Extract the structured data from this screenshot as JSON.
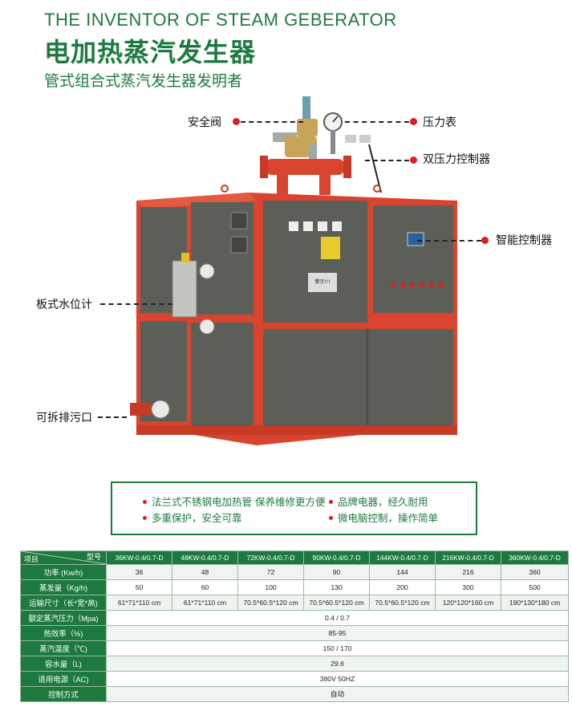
{
  "header": {
    "title_en": "THE INVENTOR OF STEAM GEBERATOR",
    "title_cn": "电加热蒸汽发生器",
    "subtitle": "管式组合式蒸汽发生器发明者"
  },
  "callouts": {
    "safety_valve": "安全阀",
    "pressure_gauge": "压力表",
    "dual_pressure_controller": "双压力控制器",
    "smart_controller": "智能控制器",
    "water_level_gauge": "板式水位计",
    "drain_outlet": "可拆排污口"
  },
  "panel_texts": {
    "warning_label": "警示!!!"
  },
  "features": [
    "法兰式不锈钢电加热管 保养维修更方便",
    "品牌电器，经久耐用",
    "多重保护，安全可靠",
    "微电脑控制，操作简单"
  ],
  "colors": {
    "brand_green": "#1d7a3e",
    "accent_red": "#d9201f",
    "frame_red": "#d9442e",
    "panel_gray": "#5c5f58"
  },
  "table": {
    "corner_item": "项目",
    "corner_model": "型号",
    "models": [
      "36KW-0.4/0.7-D",
      "48KW-0.4/0.7-D",
      "72KW-0.4/0.7-D",
      "90KW-0.4/0.7-D",
      "144KW-0.4/0.7-D",
      "216KW-0.4/0.7-D",
      "360KW-0.4/0.7-D"
    ],
    "rows": [
      {
        "label": "功率 (Kw/h)",
        "values": [
          "36",
          "48",
          "72",
          "90",
          "144",
          "216",
          "360"
        ]
      },
      {
        "label": "蒸发量（Kg/h)",
        "values": [
          "50",
          "60",
          "100",
          "130",
          "200",
          "300",
          "500"
        ]
      },
      {
        "label": "运输尺寸（长*宽*高)",
        "values": [
          "61*71*110 cm",
          "61*71*110 cm",
          "70.5*60.5*120 cm",
          "70.5*60.5*120 cm",
          "70.5*60.5*120 cm",
          "120*120*160 cm",
          "190*130*180 cm"
        ]
      }
    ],
    "merged_rows": [
      {
        "label": "额定蒸汽压力（Mpa)",
        "value": "0.4 / 0.7"
      },
      {
        "label": "热效率（%)",
        "value": "85-95"
      },
      {
        "label": "蒸汽温度（℃)",
        "value": "150 / 170"
      },
      {
        "label": "容水量（L)",
        "value": "29.6"
      },
      {
        "label": "适用电源（AC)",
        "value": "380V 50HZ"
      },
      {
        "label": "控制方式",
        "value": "自动"
      }
    ]
  }
}
